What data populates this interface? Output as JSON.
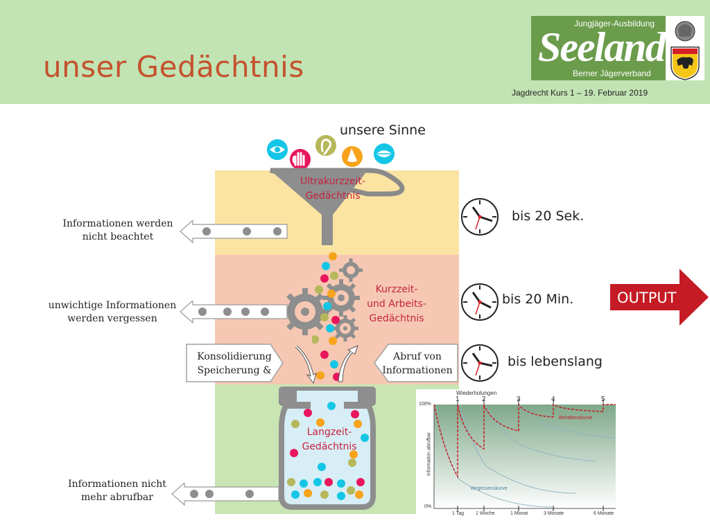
{
  "header": {
    "title": "unser Gedächtnis",
    "logo": {
      "top_text": "Jungjäger-Ausbildung",
      "brand": "Seeland",
      "bottom_text": "Berner Jägerverband"
    },
    "course": "Jagdrecht Kurs 1 – 19. Februar 2019"
  },
  "senses": {
    "label": "unsere Sinne",
    "icons": [
      "eye-icon",
      "hand-icon",
      "ear-icon",
      "nose-icon",
      "mouth-icon"
    ]
  },
  "stages": {
    "ultrakurz": "Ultrakurzzeit-\nGedächtnis",
    "kurz": "Kurzzeit-\nund Arbeits-\nGedächtnis",
    "lang": "Langzeit-\nGedächtnis"
  },
  "left_labels": {
    "not_noticed": "Informationen werden\nnicht beachtet",
    "forgotten": "unwichtige Informationen\nwerden vergessen",
    "not_retrievable": "Informationen nicht\nmehr abrufbar"
  },
  "boxes": {
    "consolidation": "Konsolidierung\nSpeicherung &",
    "retrieval": "Abruf von\nInformationen"
  },
  "durations": {
    "ultra": "bis 20 Sek.",
    "short": "bis 20 Min.",
    "long": "bis lebenslang"
  },
  "output": "OUTPUT",
  "graph": {
    "top_label": "Wiederholungen",
    "repetitions": [
      "1",
      "2",
      "3",
      "4",
      "5"
    ],
    "y_top": "100%",
    "y_bottom": "0%",
    "y_axis": "Information abrufbar",
    "retention_curve": "Behaltenskurve",
    "forgetting_curve": "Vergessenskurve",
    "x_ticks": [
      "1 Tag",
      "1 Woche",
      "1 Monat",
      "3 Monate",
      "6 Monate"
    ]
  },
  "colors": {
    "header_bg": "#c2e3b3",
    "title": "#c4522d",
    "ultra_band": "#fbe3a2",
    "short_band": "#f6c8b3",
    "long_band": "#c9e5b4",
    "memory_label": "#c4223f",
    "output_arrow": "#c51b24",
    "ball_colors": [
      "#e8175d",
      "#14c6e6",
      "#f7a31b",
      "#b6b75a"
    ]
  }
}
